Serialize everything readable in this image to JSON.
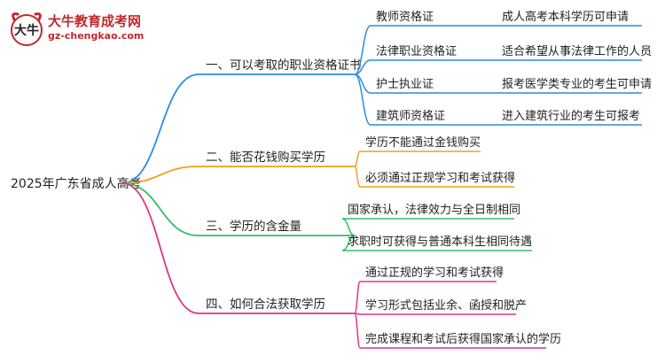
{
  "brand": {
    "name": "大牛教育成考网",
    "url": "gz-chengkao.com",
    "mark_text": "大牛",
    "color": "#c0282d"
  },
  "mindmap": {
    "root": "2025年广东省成人高考",
    "branches": [
      {
        "label": "一、可以考取的职业资格证书",
        "color": "#2a8cdf",
        "children": [
          {
            "label": "教师资格证",
            "detail": "成人高考本科学历可申请"
          },
          {
            "label": "法律职业资格证",
            "detail": "适合希望从事法律工作的人员"
          },
          {
            "label": "护士执业证",
            "detail": "报考医学类专业的考生可申请"
          },
          {
            "label": "建筑师资格证",
            "detail": "进入建筑行业的考生可报考"
          }
        ]
      },
      {
        "label": "二、能否花钱购买学历",
        "color": "#f0a020",
        "children": [
          {
            "label": "学历不能通过金钱购买"
          },
          {
            "label": "必须通过正规学习和考试获得"
          }
        ]
      },
      {
        "label": "三、学历的含金量",
        "color": "#2fbd6a",
        "children": [
          {
            "label": "国家承认，法律效力与全日制相同"
          },
          {
            "label": "求职时可获得与普通本科生相同待遇"
          }
        ]
      },
      {
        "label": "四、如何合法获取学历",
        "color": "#e0328a",
        "children": [
          {
            "label": "通过正规的学习和考试获得"
          },
          {
            "label": "学习形式包括业余、函授和脱产"
          },
          {
            "label": "完成课程和考试后获得国家承认的学历"
          }
        ]
      }
    ]
  }
}
